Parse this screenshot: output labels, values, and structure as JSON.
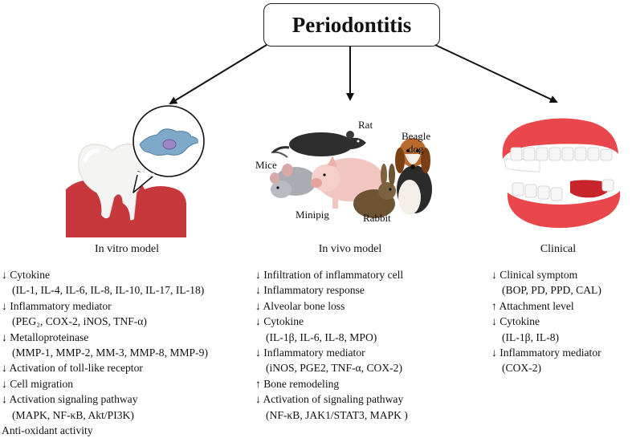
{
  "title": "Periodontitis",
  "panels": {
    "vitro": {
      "caption": "In vitro model",
      "items": [
        {
          "text": "↓ Cytokine",
          "sub": false
        },
        {
          "text": "(IL-1, IL-4, IL-6, IL-8, IL-10, IL-17, IL-18)",
          "sub": true
        },
        {
          "text": "↓ Inflammatory mediator",
          "sub": false
        },
        {
          "text": "(PEG₂, COX-2, iNOS, TNF-α)",
          "sub": true
        },
        {
          "text": "↓ Metalloproteinase",
          "sub": false
        },
        {
          "text": "(MMP-1, MMP-2, MM-3, MMP-8, MMP-9)",
          "sub": true
        },
        {
          "text": "↓ Activation of toll-like receptor",
          "sub": false
        },
        {
          "text": "↓ Cell migration",
          "sub": false
        },
        {
          "text": "↓ Activation signaling pathway",
          "sub": false
        },
        {
          "text": "(MAPK, NF-κB, Akt/PI3K)",
          "sub": true
        },
        {
          "text": "Anti-oxidant activity",
          "sub": false
        }
      ]
    },
    "vivo": {
      "caption": "In vivo model",
      "animal_labels": {
        "rat": "Rat",
        "beagle_1": "Beagle",
        "beagle_2": "dog",
        "mice": "Mice",
        "minipig": "Minipig",
        "rabbit": "Rabbit"
      },
      "items": [
        {
          "text": "↓ Infiltration of inflammatory cell",
          "sub": false
        },
        {
          "text": "↓ Inflammatory response",
          "sub": false
        },
        {
          "text": "↓ Alveolar bone loss",
          "sub": false
        },
        {
          "text": "↓ Cytokine",
          "sub": false
        },
        {
          "text": "(IL-1β, IL-6, IL-8, MPO)",
          "sub": true
        },
        {
          "text": "↓ Inflammatory mediator",
          "sub": false
        },
        {
          "text": "(iNOS, PGE2, TNF-α, COX-2)",
          "sub": true
        },
        {
          "text": "↑ Bone remodeling",
          "sub": false
        },
        {
          "text": "↓ Activation of signaling pathway",
          "sub": false
        },
        {
          "text": "(NF-κB, JAK1/STAT3, MAPK )",
          "sub": true
        }
      ]
    },
    "clinical": {
      "caption": "Clinical",
      "items": [
        {
          "text": "↓ Clinical symptom",
          "sub": false
        },
        {
          "text": "(BOP, PD, PPD, CAL)",
          "sub": true
        },
        {
          "text": "↑ Attachment level",
          "sub": false
        },
        {
          "text": "↓ Cytokine",
          "sub": false
        },
        {
          "text": "(IL-1β, IL-8)",
          "sub": true
        },
        {
          "text": "↓ Inflammatory mediator",
          "sub": false
        },
        {
          "text": "(COX-2)",
          "sub": true
        }
      ]
    }
  },
  "icons": [
    "tooth-with-cell-icon",
    "lab-animals-illustration",
    "dentures-icon"
  ],
  "colors": {
    "gum": "#c8373b",
    "tooth": "#f4f4f2",
    "cell": "#7fa9c9",
    "nucleus": "#9c86c4",
    "denture_gum": "#e9474c"
  }
}
